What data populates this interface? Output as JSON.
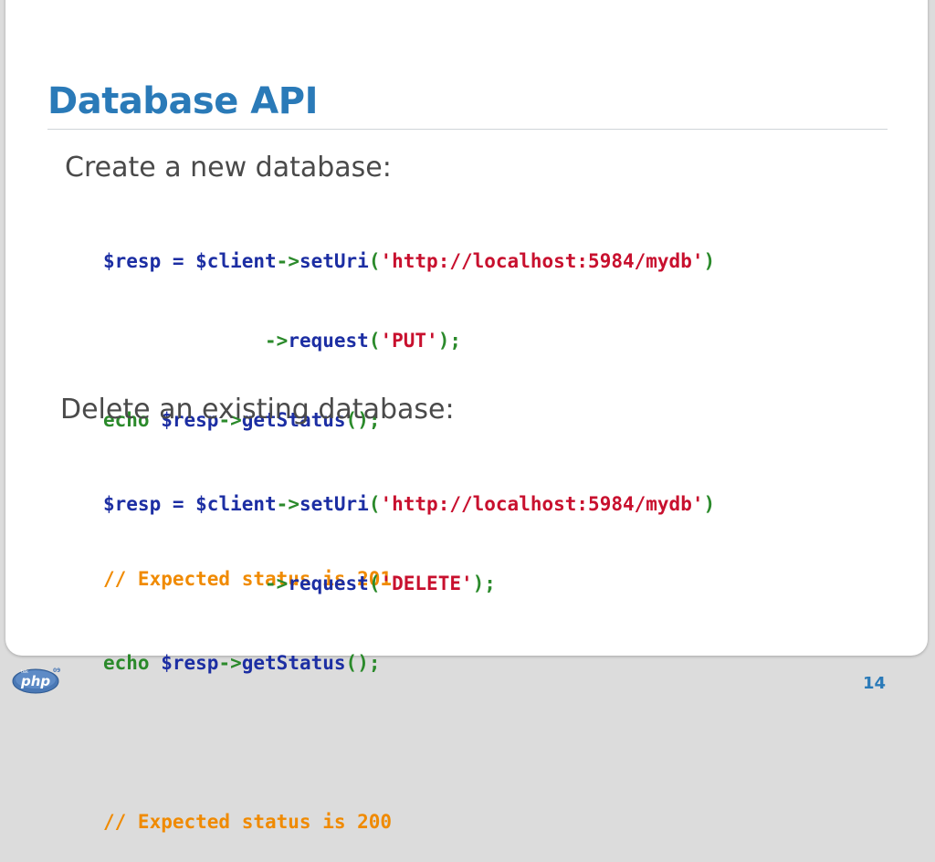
{
  "slide": {
    "title": "Database API",
    "page_number": "14",
    "colors": {
      "title": "#2a7ab8",
      "page_number": "#2a7ab8",
      "variable": "#1c2ea3",
      "keyword_arrow": "#2b8a2b",
      "string": "#c8102e",
      "comment": "#f08a00"
    }
  },
  "sections": [
    {
      "heading": "Create a new database:",
      "code": {
        "line1": {
          "var1": "$resp",
          "op1": " = ",
          "var2": "$client",
          "arrow": "->",
          "method": "setUri",
          "paren_open": "(",
          "str": "'http://localhost:5984/mydb'",
          "paren_close": ")"
        },
        "line2": {
          "indent": "              ",
          "arrow": "->",
          "method": "request",
          "paren_open": "(",
          "str": "'PUT'",
          "paren_close": ");"
        },
        "line3": {
          "keyword": "echo",
          "space": " ",
          "var": "$resp",
          "arrow": "->",
          "method": "getStatus",
          "call": "();"
        },
        "comment": "// Expected status is 201"
      }
    },
    {
      "heading": "Delete an existing database:",
      "code": {
        "line1": {
          "var1": "$resp",
          "op1": " = ",
          "var2": "$client",
          "arrow": "->",
          "method": "setUri",
          "paren_open": "(",
          "str": "'http://localhost:5984/mydb'",
          "paren_close": ")"
        },
        "line2": {
          "indent": "              ",
          "arrow": "->",
          "method": "request",
          "paren_open": "(",
          "str": "'DELETE'",
          "paren_close": ");"
        },
        "line3": {
          "keyword": "echo",
          "space": " ",
          "var": "$resp",
          "arrow": "->",
          "method": "getStatus",
          "call": "();"
        },
        "comment": "// Expected status is 200"
      }
    }
  ],
  "logo": {
    "icon": "php-logo-icon",
    "text": "php",
    "superscript": "09",
    "small_text": "tek"
  }
}
